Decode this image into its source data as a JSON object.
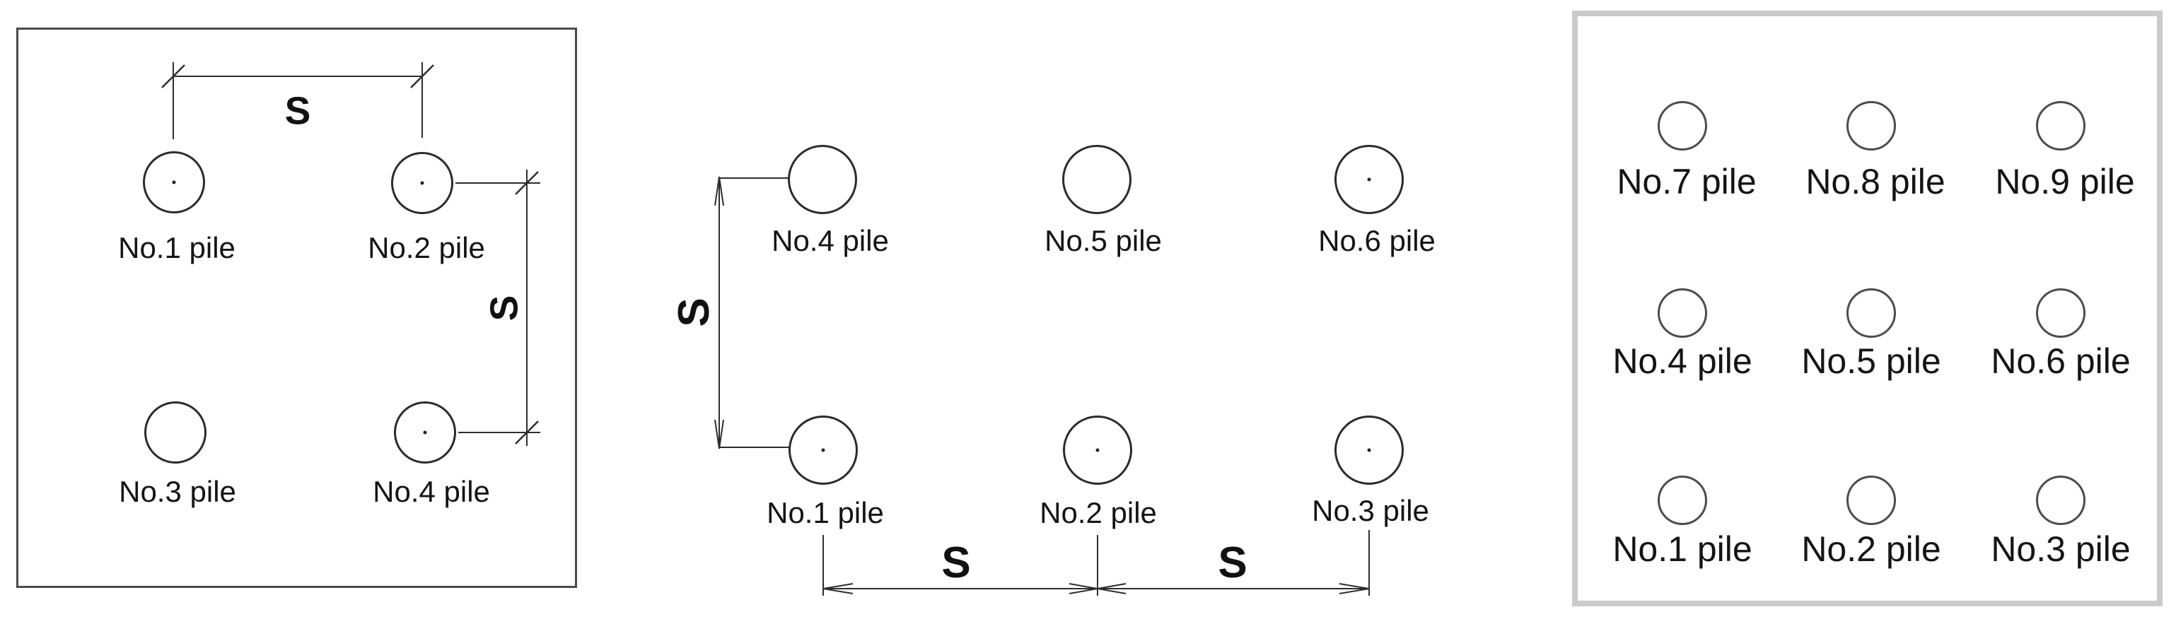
{
  "colors": {
    "line_color": "#2d2d2d",
    "left_panel_border": "#4a4a4a",
    "right_panel_border": "#cbcbcb",
    "circle_stroke": "#2b2b2b",
    "text_color": "#141414",
    "background": "#ffffff"
  },
  "panels": [
    {
      "piles": [
        {
          "label": "No.1 pile"
        },
        {
          "label": "No.2 pile"
        },
        {
          "label": "No.3 pile"
        },
        {
          "label": "No.4 pile"
        }
      ],
      "dimension_labels": {
        "top": "S",
        "right": "S"
      }
    },
    {
      "piles": [
        {
          "label": "No.1 pile"
        },
        {
          "label": "No.2 pile"
        },
        {
          "label": "No.3 pile"
        },
        {
          "label": "No.4 pile"
        },
        {
          "label": "No.5 pile"
        },
        {
          "label": "No.6 pile"
        }
      ],
      "dimension_labels": {
        "left": "S",
        "bottom_left": "S",
        "bottom_right": "S"
      }
    },
    {
      "piles": [
        {
          "label": "No.1 pile"
        },
        {
          "label": "No.2 pile"
        },
        {
          "label": "No.3 pile"
        },
        {
          "label": "No.4 pile"
        },
        {
          "label": "No.5 pile"
        },
        {
          "label": "No.6 pile"
        },
        {
          "label": "No.7 pile"
        },
        {
          "label": "No.8 pile"
        },
        {
          "label": "No.9 pile"
        }
      ]
    }
  ]
}
